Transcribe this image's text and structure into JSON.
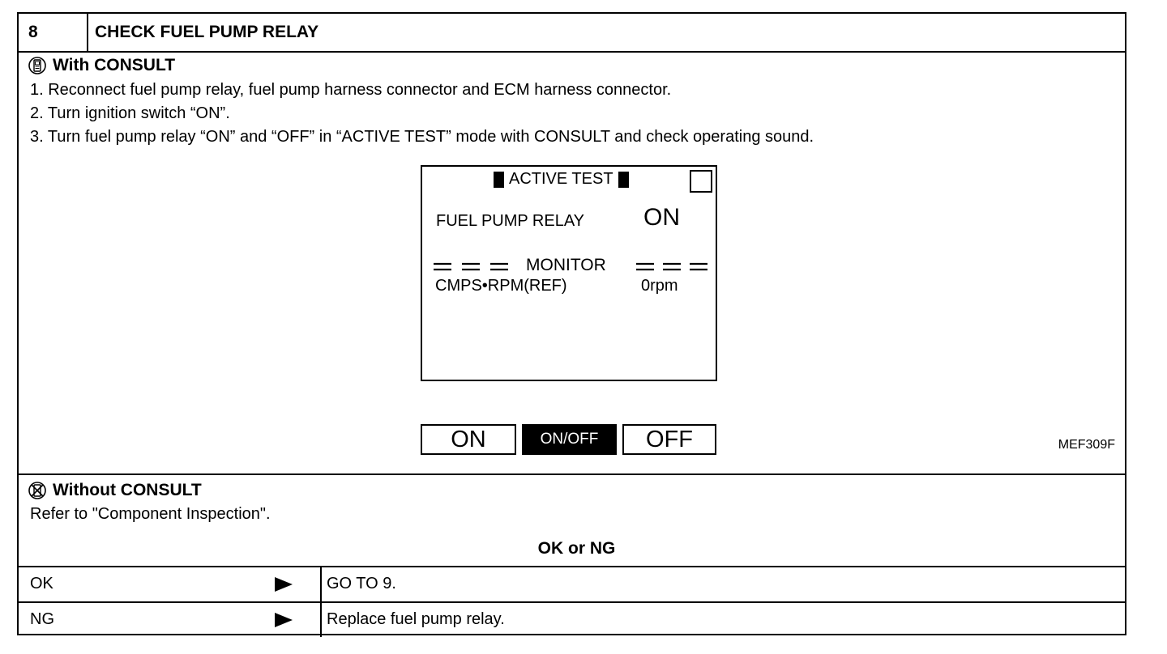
{
  "step": {
    "number": "8",
    "title": "CHECK FUEL PUMP RELAY"
  },
  "with_consult": {
    "heading": "With CONSULT",
    "icon": "consult-device-icon",
    "steps": [
      "1.  Reconnect fuel pump relay, fuel pump harness connector and ECM harness connector.",
      "2.  Turn ignition switch “ON”.",
      "3.  Turn fuel pump relay “ON” and “OFF” in “ACTIVE TEST” mode with CONSULT and check operating sound."
    ]
  },
  "screen": {
    "title": "ACTIVE TEST",
    "item_label": "FUEL PUMP RELAY",
    "item_value": "ON",
    "monitor_label": "MONITOR",
    "param_label": "CMPS•RPM(REF)",
    "param_value": "0rpm",
    "buttons": {
      "on": "ON",
      "onoff": "ON/OFF",
      "off": "OFF"
    }
  },
  "figure_id": "MEF309F",
  "without_consult": {
    "heading": "Without CONSULT",
    "icon": "no-consult-icon",
    "text": "Refer to \"Component Inspection\"."
  },
  "result": {
    "title": "OK or NG",
    "rows": [
      {
        "key": "OK",
        "action": "GO TO 9."
      },
      {
        "key": "NG",
        "action": "Replace fuel pump relay."
      }
    ]
  }
}
